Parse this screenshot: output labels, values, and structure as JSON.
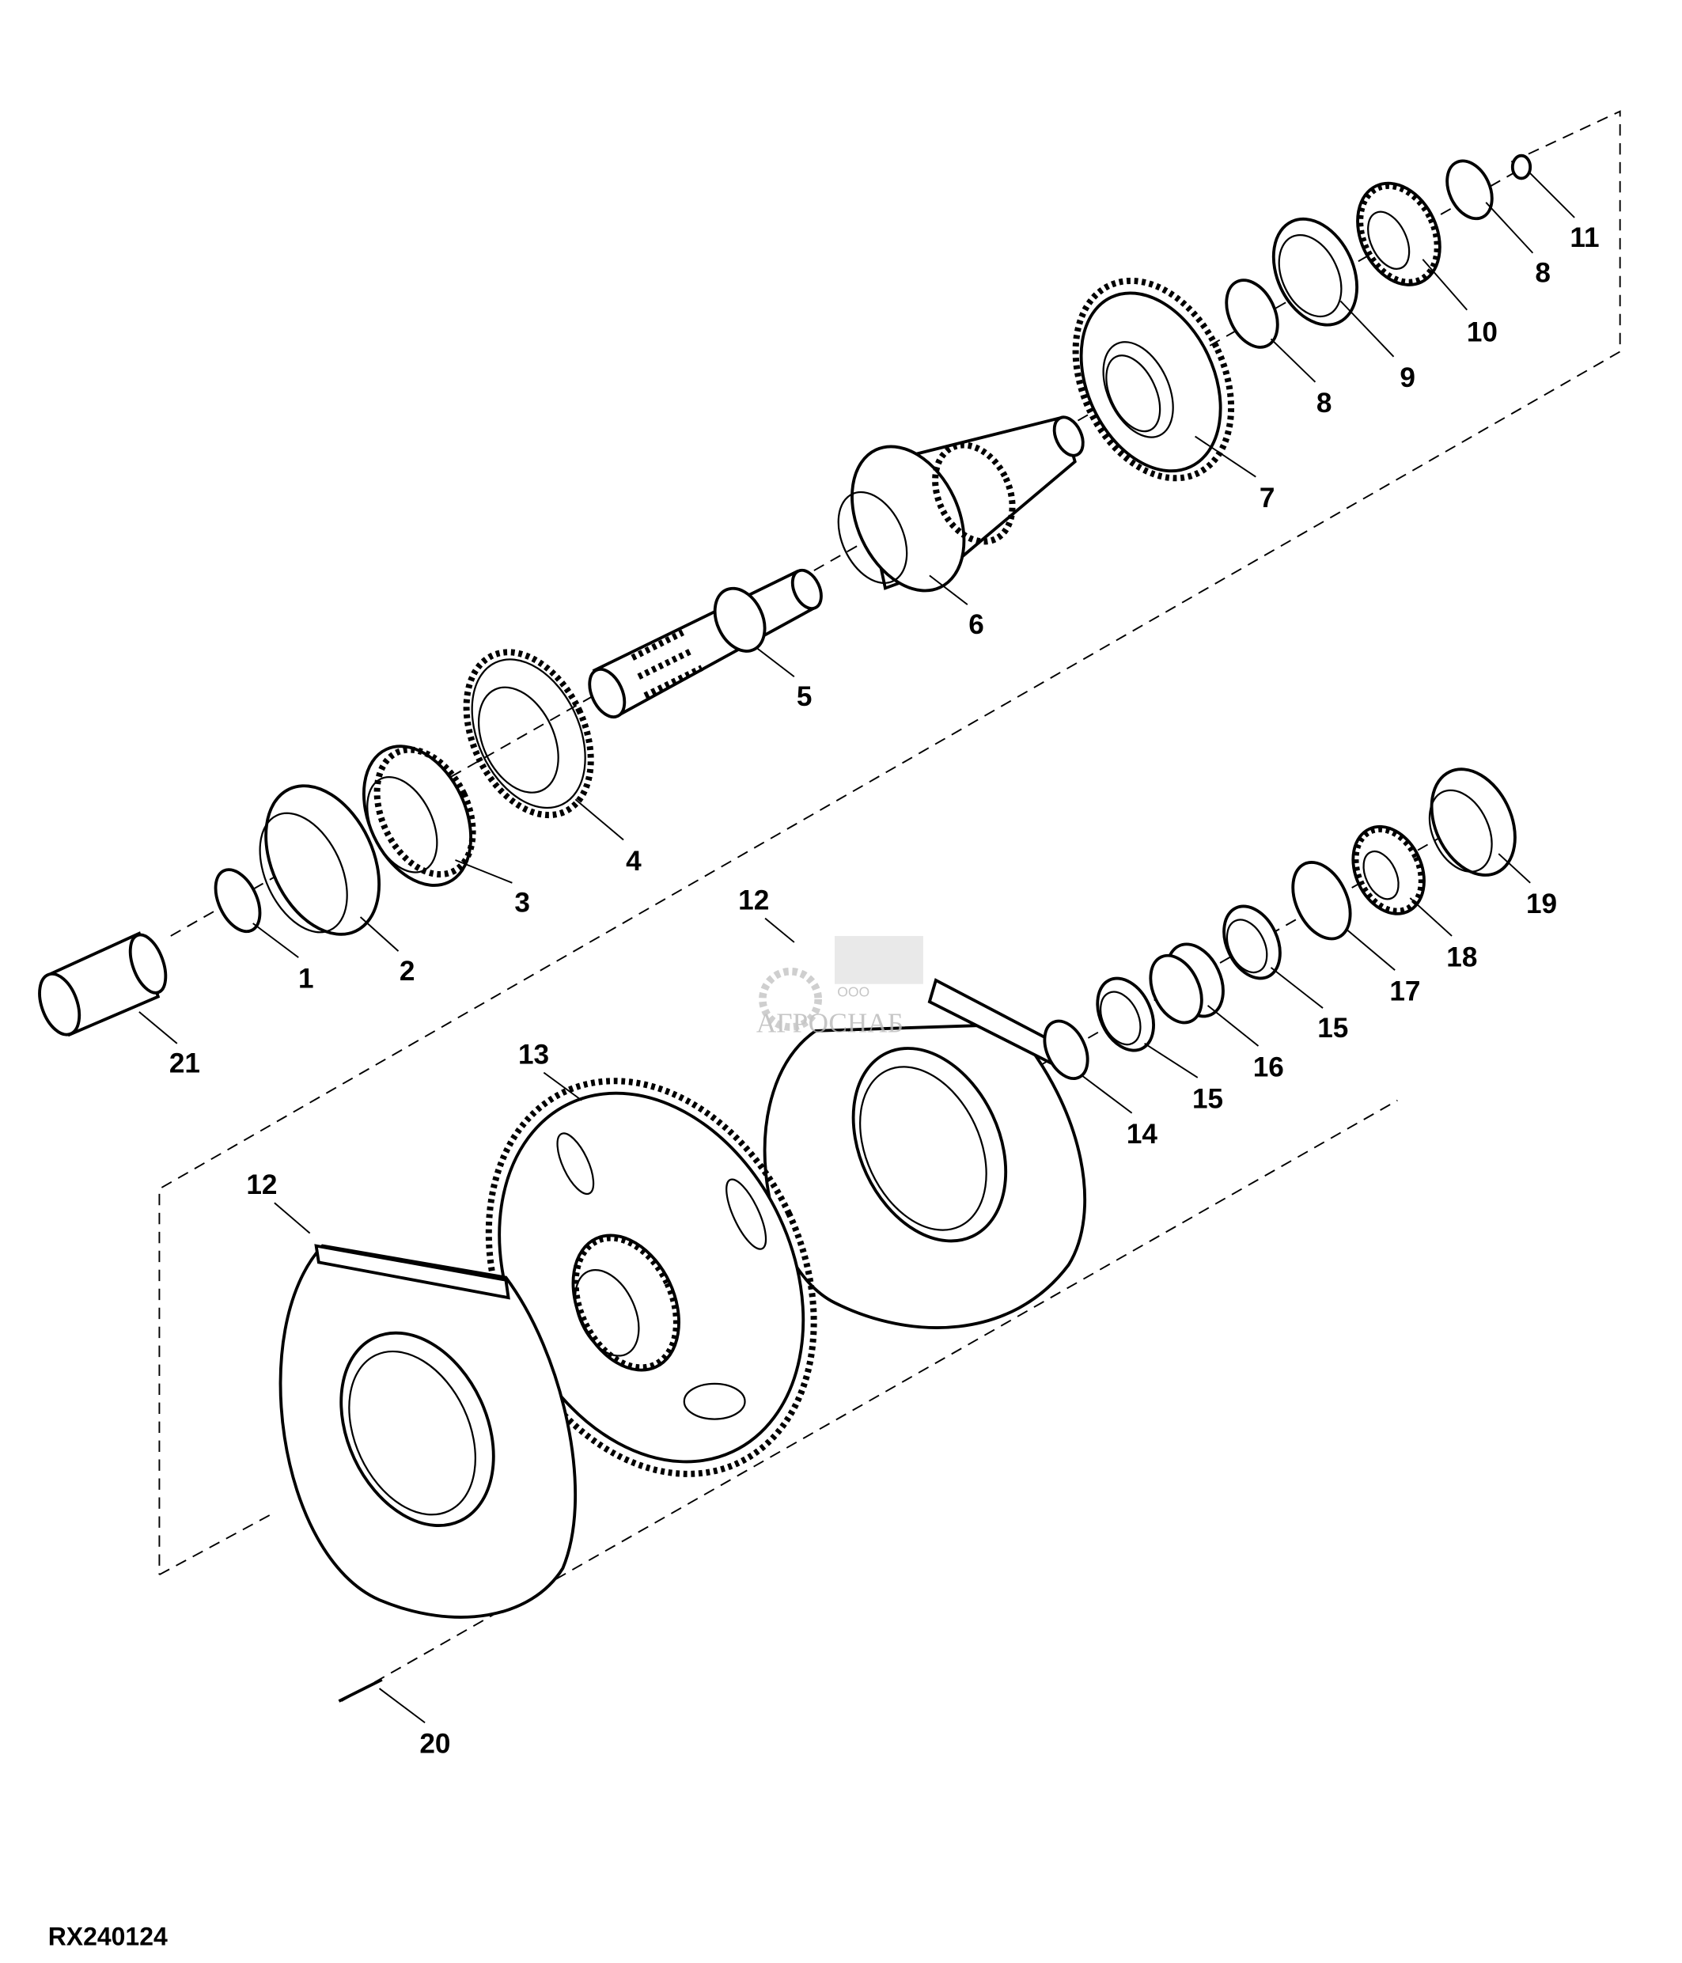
{
  "diagram": {
    "drawing_id": "RX240124",
    "watermark": {
      "prefix": "ООО",
      "brand": "АГРОСНАБ"
    },
    "callouts": {
      "c1": "1",
      "c2": "2",
      "c3": "3",
      "c4": "4",
      "c5": "5",
      "c6": "6",
      "c7": "7",
      "c8a": "8",
      "c8b": "8",
      "c9": "9",
      "c10": "10",
      "c11": "11",
      "c12a": "12",
      "c12b": "12",
      "c13": "13",
      "c14": "14",
      "c15a": "15",
      "c15b": "15",
      "c16": "16",
      "c17": "17",
      "c18": "18",
      "c19": "19",
      "c20": "20",
      "c21": "21"
    }
  }
}
